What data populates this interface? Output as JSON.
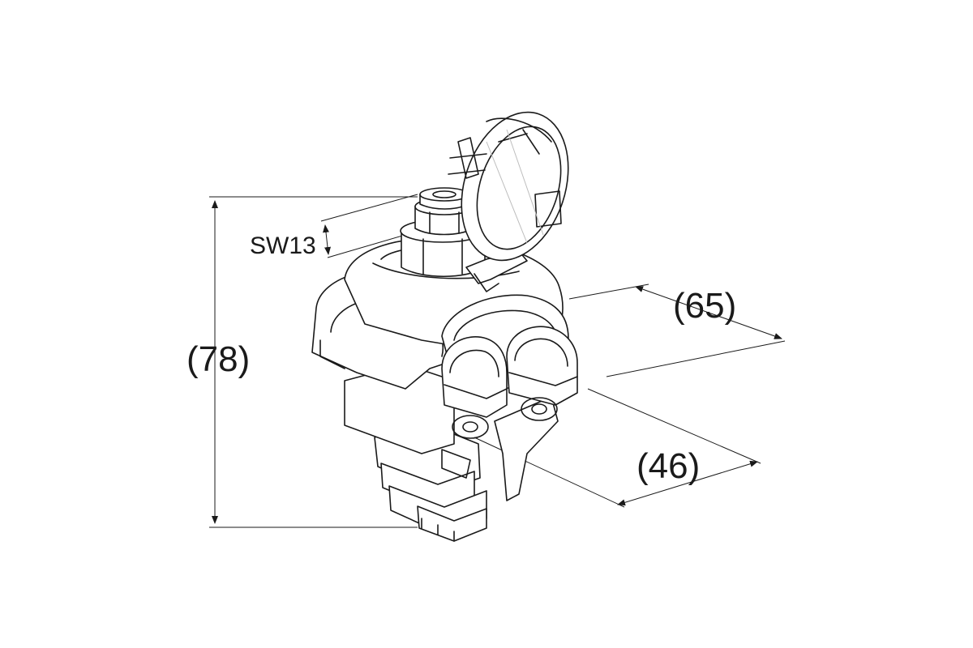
{
  "dimensions": {
    "height": "(78)",
    "depth": "(65)",
    "width": "(46)",
    "wrench": "SW13"
  },
  "colors": {
    "line": "#1a1a1a",
    "background": "#ffffff"
  }
}
